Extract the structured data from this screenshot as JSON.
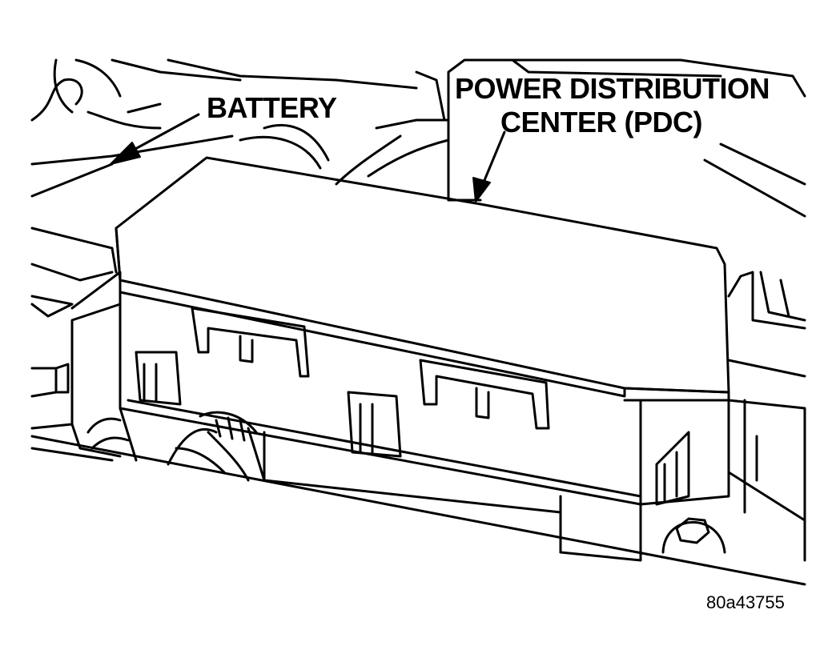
{
  "labels": {
    "battery": "BATTERY",
    "pdc_line1": "POWER DISTRIBUTION",
    "pdc_line2": "CENTER (PDC)"
  },
  "figure_id": "80a43755",
  "colors": {
    "line": "#000000",
    "background": "#ffffff"
  }
}
